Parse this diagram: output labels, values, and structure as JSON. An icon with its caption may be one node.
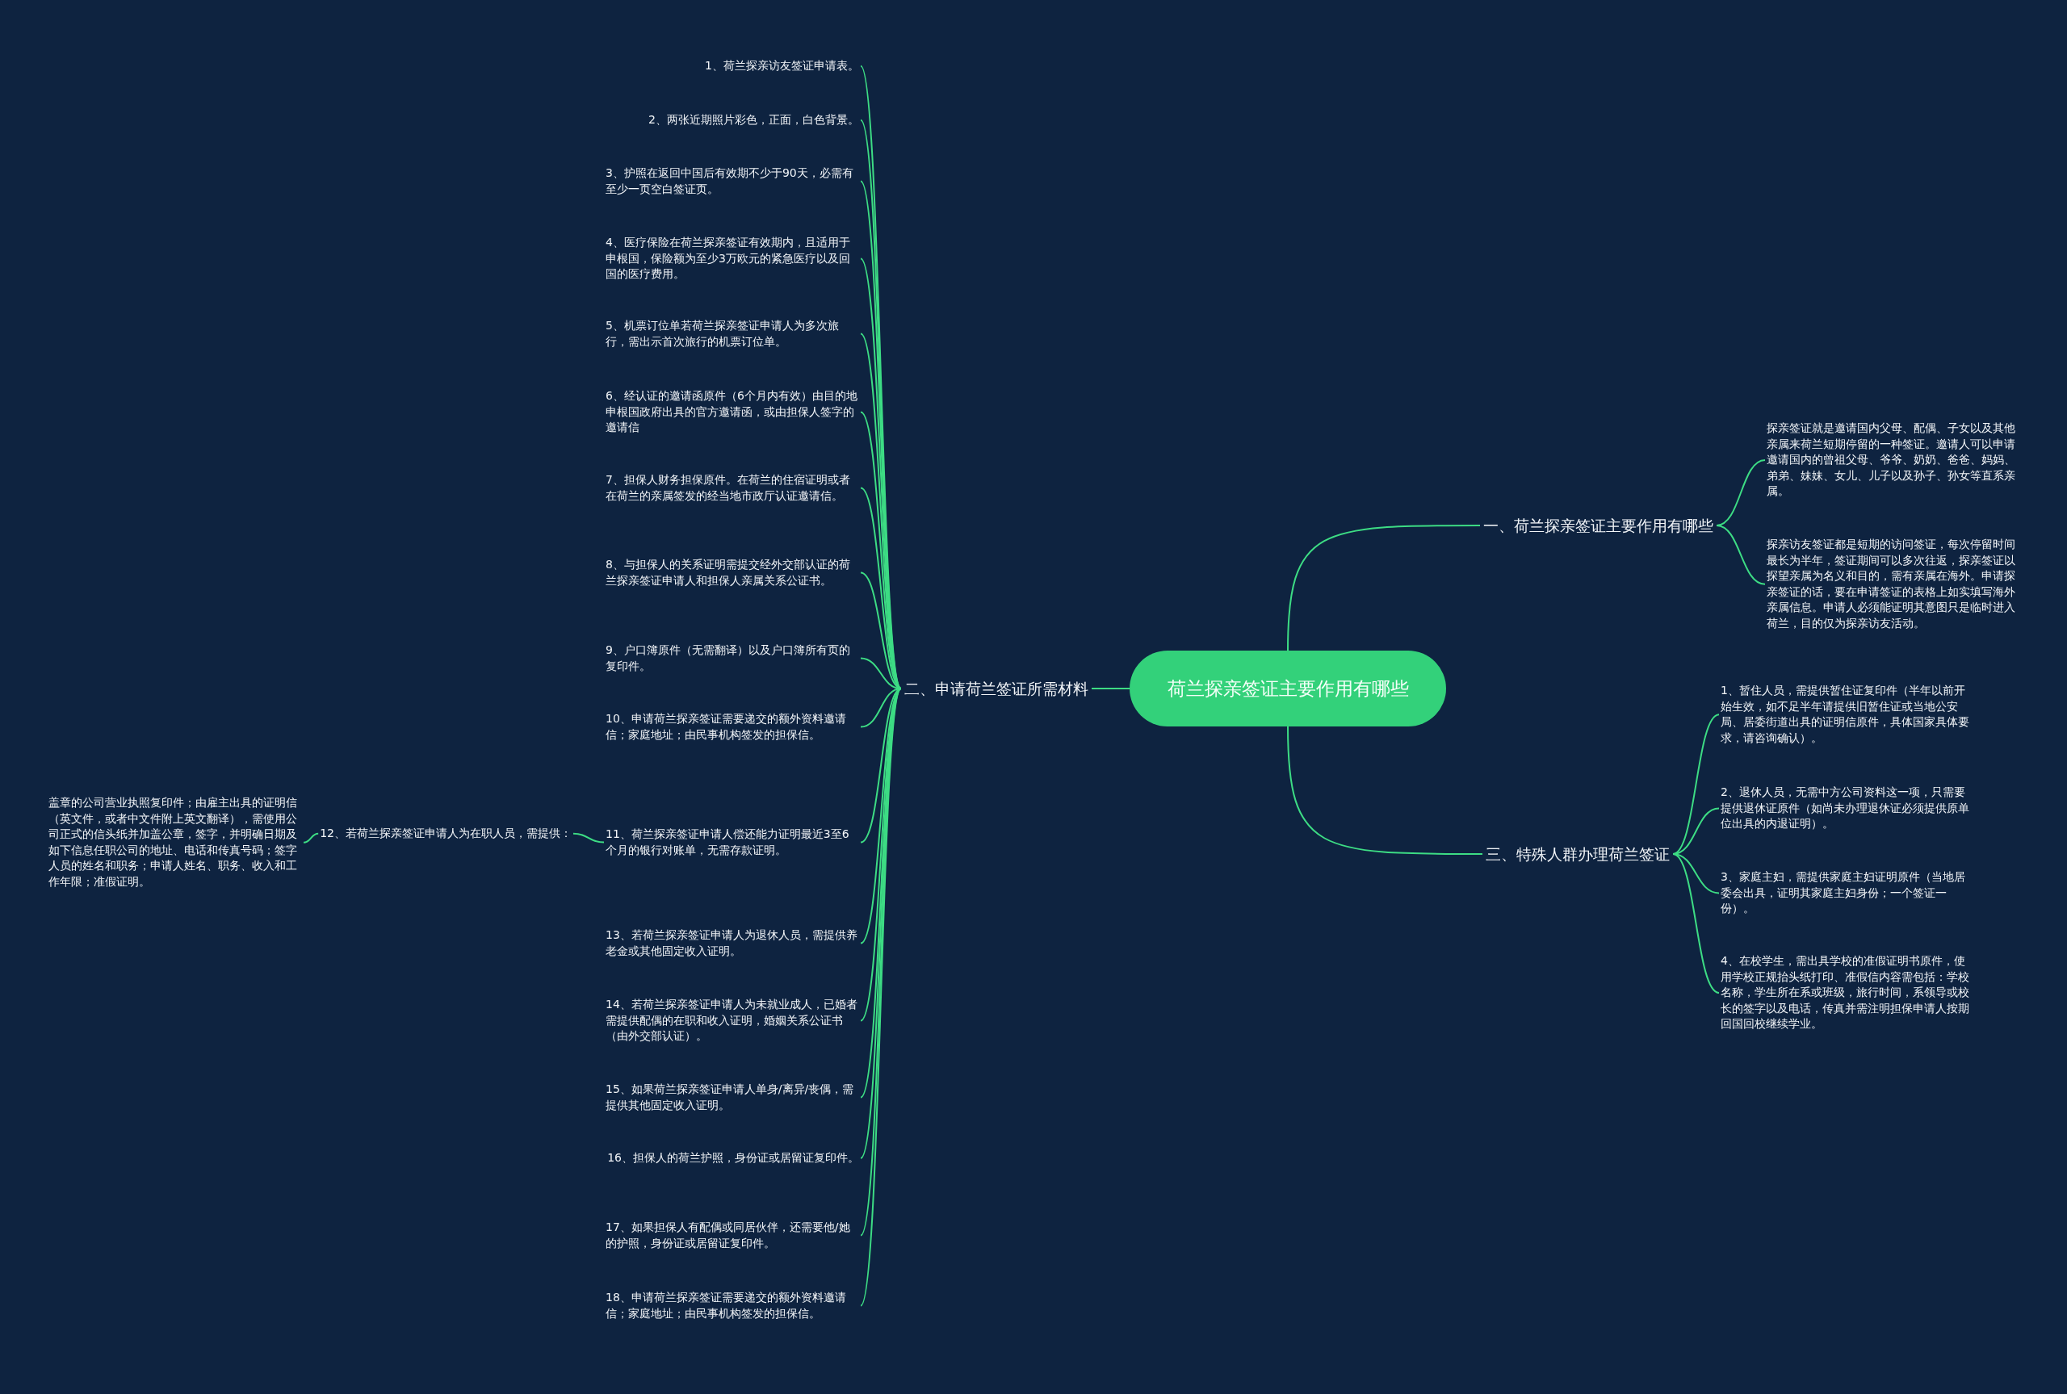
{
  "diagram": {
    "nodes": [
      {
        "text": [
          "荷兰探亲签证主要作用有哪些"
        ]
      },
      {
        "text": [
          "一、荷兰探亲签证主要作用有哪些"
        ]
      },
      {
        "text": [
          "探亲签证就是邀请国内父母、配偶、子女以及其他亲属来荷兰短期停留的一种签证。邀请人可以申请邀请国内的曾祖父母、爷爷、奶奶、爸爸、妈妈、弟弟、妹妹、女儿、儿子以及孙子、孙女等直系亲属。"
        ]
      },
      {
        "text": [
          "探亲访友签证都是短期的访问签证，每次停留时间最长为半年，签证期间可以多次往返，探亲签证以探望亲属为名义和目的，需有亲属在海外。申请探亲签证的话，要在申请签证的表格上如实填写海外亲属信息。申请人必须能证明其意图只是临时进入荷兰，目的仅为探亲访友活动。"
        ]
      },
      {
        "text": [
          "二、申请荷兰签证所需材料"
        ]
      },
      {
        "text": [
          "1、荷兰探亲访友签证申请表。"
        ]
      },
      {
        "text": [
          "2、两张近期照片彩色，正面，白色背景。"
        ]
      },
      {
        "text": [
          "3、护照在返回中国后有效期不少于90天，必需有至少一页空白签证页。"
        ]
      },
      {
        "text": [
          "4、医疗保险在荷兰探亲签证有效期内，且适用于申根国，保险额为至少3万欧元的紧急医疗以及回国的医疗费用。"
        ]
      },
      {
        "text": [
          "5、机票订位单若荷兰探亲签证申请人为多次旅行，需出示首次旅行的机票订位单。"
        ]
      },
      {
        "text": [
          "6、经认证的邀请函原件（6个月内有效）由目的地申根国政府出具的官方邀请函，或由担保人签字的邀请信"
        ]
      },
      {
        "text": [
          "7、担保人财务担保原件。在荷兰的住宿证明或者在荷兰的亲属签发的经当地市政厅认证邀请信。"
        ]
      },
      {
        "text": [
          "8、与担保人的关系证明需提交经外交部认证的荷兰探亲签证申请人和担保人亲属关系公证书。"
        ]
      },
      {
        "text": [
          "9、户口簿原件（无需翻译）以及户口簿所有页的复印件。"
        ]
      },
      {
        "text": [
          "10、申请荷兰探亲签证需要递交的额外资料邀请信；家庭地址；由民事机构签发的担保信。"
        ]
      },
      {
        "text": [
          "11、荷兰探亲签证申请人偿还能力证明最近3至6个月的银行对账单，无需存款证明。"
        ]
      },
      {
        "text": [
          "12、若荷兰探亲签证申请人为在职人员，需提供："
        ]
      },
      {
        "text": [
          "13、若荷兰探亲签证申请人为退休人员，需提供养老金或其他固定收入证明。"
        ]
      },
      {
        "text": [
          "14、若荷兰探亲签证申请人为未就业成人，已婚者需提供配偶的在职和收入证明，婚姻关系公证书（由外交部认证）。"
        ]
      },
      {
        "text": [
          "15、如果荷兰探亲签证申请人单身/离异/丧偶，需提供其他固定收入证明。"
        ]
      },
      {
        "text": [
          "16、担保人的荷兰护照，身份证或居留证复印件。"
        ]
      },
      {
        "text": [
          "17、如果担保人有配偶或同居伙伴，还需要他/她的护照，身份证或居留证复印件。"
        ]
      },
      {
        "text": [
          "18、申请荷兰探亲签证需要递交的额外资料邀请信；家庭地址；由民事机构签发的担保信。"
        ]
      },
      {
        "text": [
          "盖章的公司营业执照复印件；由雇主出具的证明信（英文件，或者中文件附上英文翻译），需使用公司正式的信头纸并加盖公章，签字，并明确日期及如下信息任职公司的地址、电话和传真号码；签字人员的姓名和职务；申请人姓名、职务、收入和工作年限；准假证明。"
        ]
      },
      {
        "text": [
          "三、特殊人群办理荷兰签证"
        ]
      },
      {
        "text": [
          "1、暂住人员，需提供暂住证复印件（半年以前开始生效，如不足半年请提供旧暂住证或当地公安局、居委街道出具的证明信原件，具体国家具体要求，请咨询确认）。"
        ]
      },
      {
        "text": [
          "2、退休人员，无需中方公司资料这一项，只需要提供退休证原件（如尚未办理退休证必须提供原单位出具的内退证明）。"
        ]
      },
      {
        "text": [
          "3、家庭主妇，需提供家庭主妇证明原件（当地居委会出具，证明其家庭主妇身份；一个签证一份）。"
        ]
      },
      {
        "text": [
          "4、在校学生，需出具学校的准假证明书原件，使用学校正规抬头纸打印、准假信内容需包括：学校名称，学生所在系或班级，旅行时间，系领导或校长的签字以及电话，传真并需注明担保申请人按期回国回校继续学业。"
        ]
      }
    ],
    "edges": [
      {
        "from": 0,
        "to": 1,
        "arrow": "none"
      },
      {
        "from": 1,
        "to": 2,
        "arrow": "none"
      },
      {
        "from": 1,
        "to": 3,
        "arrow": "none"
      },
      {
        "from": 0,
        "to": 4,
        "arrow": "none"
      },
      {
        "from": 4,
        "to": 5,
        "arrow": "none"
      },
      {
        "from": 4,
        "to": 6,
        "arrow": "none"
      },
      {
        "from": 4,
        "to": 7,
        "arrow": "none"
      },
      {
        "from": 4,
        "to": 8,
        "arrow": "none"
      },
      {
        "from": 4,
        "to": 9,
        "arrow": "none"
      },
      {
        "from": 4,
        "to": 10,
        "arrow": "none"
      },
      {
        "from": 4,
        "to": 11,
        "arrow": "none"
      },
      {
        "from": 4,
        "to": 12,
        "arrow": "none"
      },
      {
        "from": 4,
        "to": 13,
        "arrow": "none"
      },
      {
        "from": 4,
        "to": 14,
        "arrow": "none"
      },
      {
        "from": 4,
        "to": 15,
        "arrow": "none"
      },
      {
        "from": 15,
        "to": 16,
        "arrow": "none"
      },
      {
        "from": 4,
        "to": 17,
        "arrow": "none"
      },
      {
        "from": 4,
        "to": 18,
        "arrow": "none"
      },
      {
        "from": 4,
        "to": 19,
        "arrow": "none"
      },
      {
        "from": 4,
        "to": 20,
        "arrow": "none"
      },
      {
        "from": 4,
        "to": 21,
        "arrow": "none"
      },
      {
        "from": 4,
        "to": 22,
        "arrow": "none"
      },
      {
        "from": 16,
        "to": 23,
        "arrow": "none"
      },
      {
        "from": 0,
        "to": 24,
        "arrow": "none"
      },
      {
        "from": 24,
        "to": 25,
        "arrow": "none"
      },
      {
        "from": 24,
        "to": 26,
        "arrow": "none"
      },
      {
        "from": 24,
        "to": 27,
        "arrow": "none"
      },
      {
        "from": 24,
        "to": 28,
        "arrow": "none"
      }
    ]
  }
}
